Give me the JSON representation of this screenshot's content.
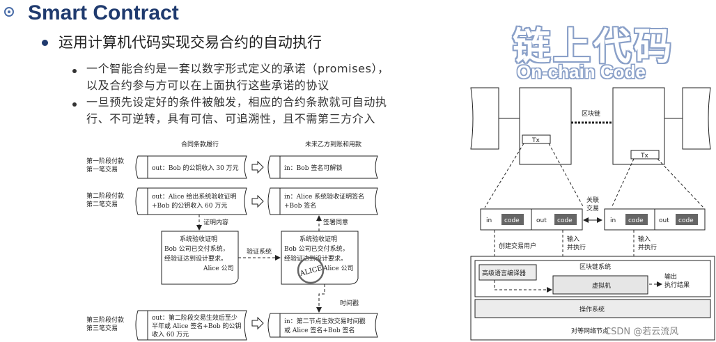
{
  "slide": {
    "title": "Smart Contract",
    "bullet_main": "运用计算机代码实现交易合约的自动执行",
    "sub_bullets": [
      {
        "line1": "一个智能合约是一套以数字形式定义的承诺（promises），",
        "line2": "以及合约参与方可以在上面执行这些承诺的协议"
      },
      {
        "line1": "一旦预先设定好的条件被触发，相应的合约条款就可自动执",
        "line2": "行、不可逆转，具有可信、可追溯性，且不需第三方介入"
      }
    ],
    "onchain_title_zh": "链上代码",
    "onchain_title_en": "On-chain Code",
    "watermark": "CSDN @若云流风"
  },
  "left_diagram": {
    "col_left_header": "合同条款履行",
    "col_right_header": "未来乙方到账和用款",
    "stage1_label": [
      "第一阶段付款",
      "第一笔交易"
    ],
    "stage2_label": [
      "第二阶段付款",
      "第二笔交易"
    ],
    "stage3_label": [
      "第三阶段付款",
      "第三笔交易"
    ],
    "out1": "out：Bob 的公钥收入 30 万元",
    "in1": "in：Bob 签名可解锁",
    "out2": [
      "out：Alice 给出系统验收证明",
      "+Bob 的公钥收入 60 万元"
    ],
    "in2": [
      "in：Alice 系统验收证明签名",
      "+Bob 签名"
    ],
    "proof_label": "证明内容",
    "sign_label": "签署同意",
    "verify_label": "验证系统",
    "time_label": "时间戳",
    "doc1": [
      "系统验收证明",
      "Bob 公司已交付系统，",
      "经验证达到设计要求。",
      "Alice 公司"
    ],
    "doc2": [
      "系统验收证明",
      "Bob 公司已交付系统，",
      "经验证达到设计要求。",
      "Alice 公司"
    ],
    "stamp": "ALICE",
    "out3": [
      "out：第二阶段交易生效后至少",
      "半年或 Alice 签名+Bob 的公钥",
      "收入 60 万元"
    ],
    "in3": [
      "in：第二节点生效交易时间戳",
      "或 Alice 签名+Bob 签名"
    ]
  },
  "right_diagram": {
    "chain_label": "区块链",
    "tx": "Tx",
    "associate": [
      "关联",
      "交易"
    ],
    "io": [
      "in",
      "code",
      "out",
      "code",
      "in",
      "code",
      "out",
      "code"
    ],
    "create_label": "创建交易用户",
    "input_exec_1": [
      "输入",
      "并执行"
    ],
    "input_exec_2": [
      "输入",
      "并执行"
    ],
    "chain_system": "区块链系统",
    "compiler": "高级语言编译器",
    "vm": "虚拟机",
    "output": [
      "输出",
      "执行结果"
    ],
    "os": "操作系统",
    "p2p": "对等网络节点"
  }
}
